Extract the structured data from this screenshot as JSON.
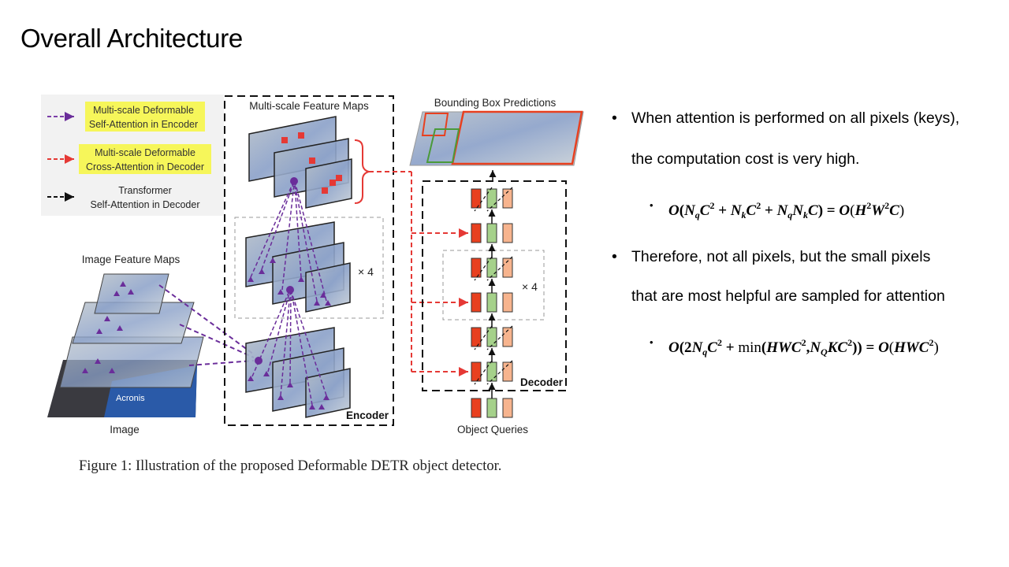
{
  "slide": {
    "title": "Overall Architecture"
  },
  "figure": {
    "legend": [
      {
        "line1": "Multi-scale Deformable",
        "line2": "Self-Attention in Encoder",
        "color": "#7b3fa8"
      },
      {
        "line1": "Multi-scale Deformable",
        "line2": "Cross-Attention in Decoder",
        "color": "#e53935"
      },
      {
        "line1": "Transformer",
        "line2": "Self-Attention in Decoder",
        "color": "#111111"
      }
    ],
    "labels": {
      "multiscale": "Multi-scale Feature Maps",
      "bbox": "Bounding Box Predictions",
      "image_feature_maps": "Image Feature Maps",
      "image": "Image",
      "encoder": "Encoder",
      "decoder": "Decoder",
      "object_queries": "Object Queries",
      "times4": "× 4",
      "acronis": "Acronis"
    },
    "caption": "Figure 1: Illustration of the proposed Deformable DETR object detector.",
    "colors": {
      "highlight": "#f6f65a",
      "purple": "#6a2d9a",
      "red": "#e53935",
      "q_red": "#e8401f",
      "q_green": "#a5d18a",
      "q_peach": "#f7b48e"
    }
  },
  "bullets": [
    {
      "line1": "When attention is performed on all pixels (keys),",
      "line2": "the computation cost is very high."
    },
    {
      "line1": "Therefore, not all pixels, but the small pixels",
      "line2": "that are most helpful are sampled for attention"
    }
  ],
  "formulas": [
    {
      "text": "O(N_qC^2 + N_kC^2 + N_qN_kC) = O(H^2W^2C)"
    },
    {
      "text": "O(2N_qC^2 + min(HWC^2, N_QKC^2)) = O(HWC^2)"
    }
  ]
}
